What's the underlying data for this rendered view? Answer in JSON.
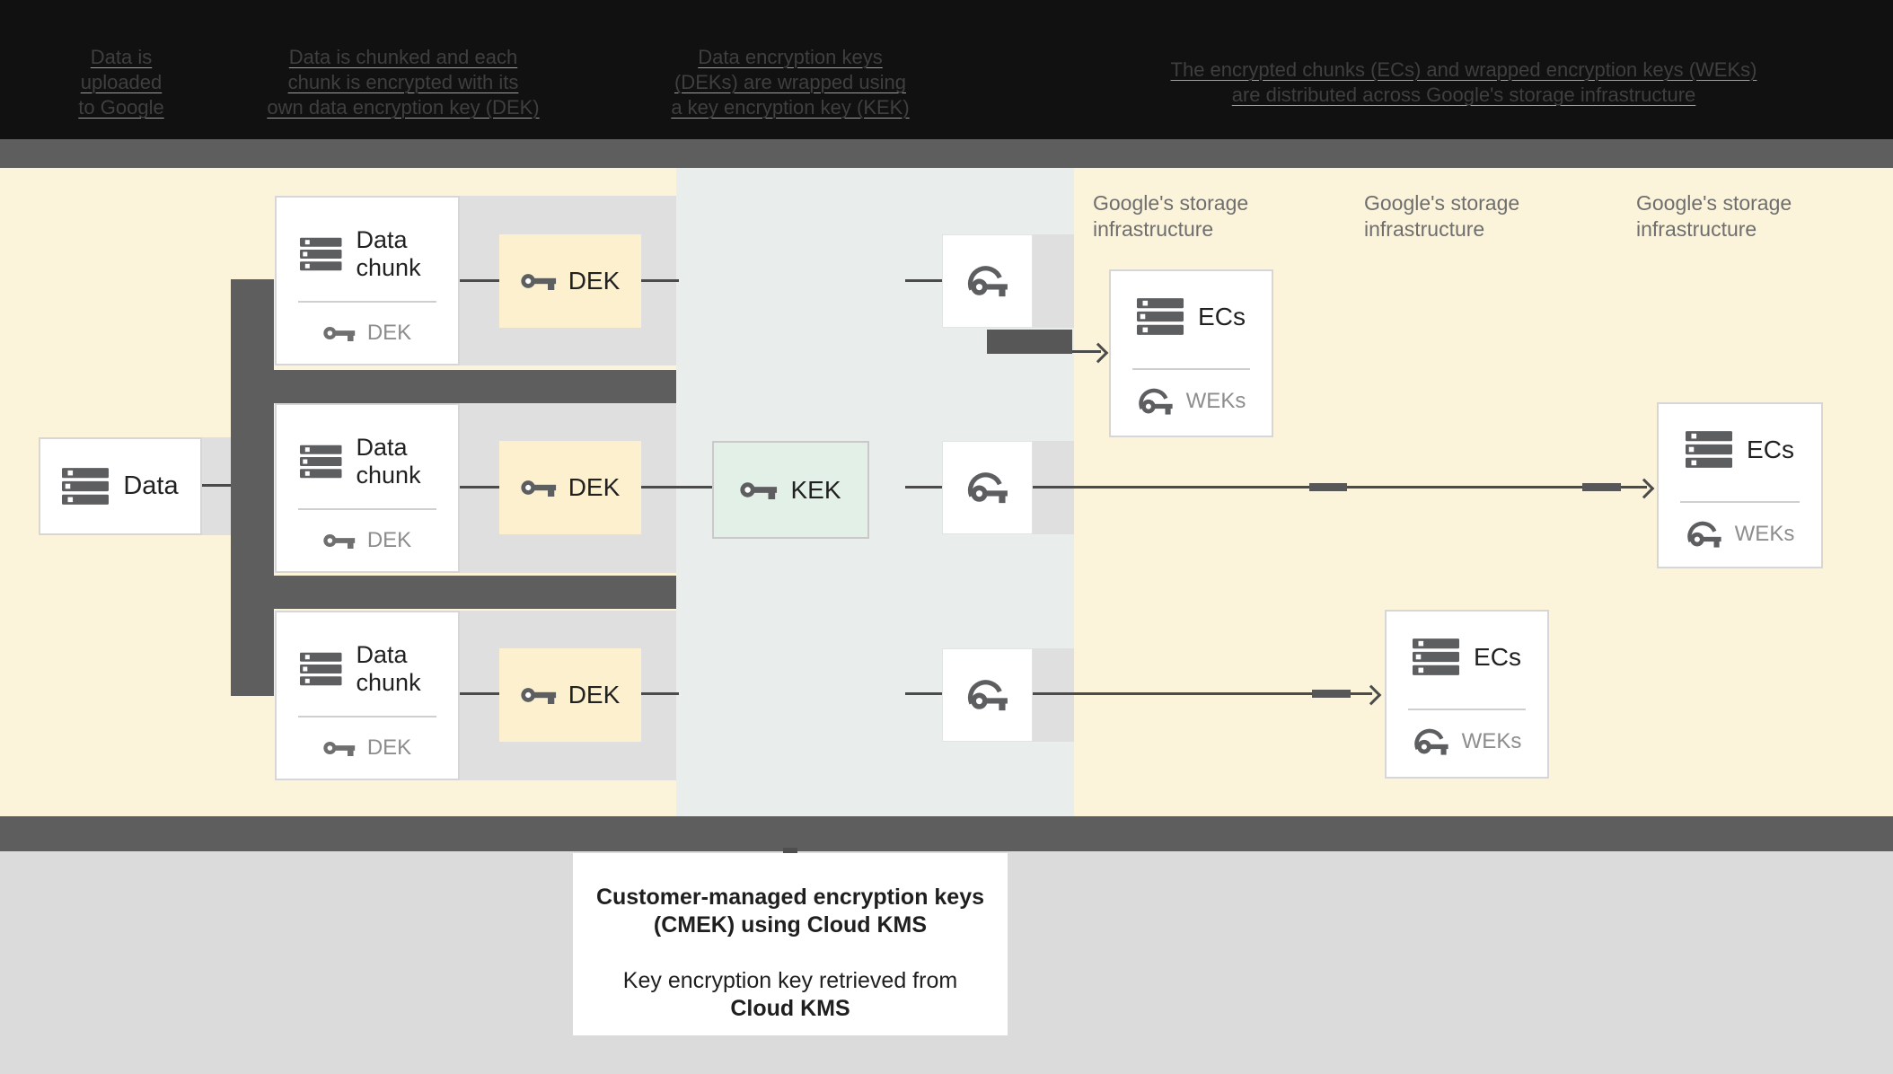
{
  "header": {
    "steps": [
      "Data is\nuploaded\nto Google",
      "Data is chunked and each\nchunk is encrypted with its\nown data encryption key (DEK)",
      "Data encryption keys\n(DEKs) are wrapped using\na key encryption key (KEK)",
      "The encrypted chunks (ECs) and wrapped encryption keys (WEKs)\nare distributed across Google's storage infrastructure"
    ]
  },
  "diagram": {
    "data_box": {
      "label": "Data"
    },
    "chunk_cards": [
      {
        "title": "Data chunk",
        "key_label": "DEK"
      },
      {
        "title": "Data chunk",
        "key_label": "DEK"
      },
      {
        "title": "Data chunk",
        "key_label": "DEK"
      }
    ],
    "dek_boxes": [
      {
        "label": "DEK"
      },
      {
        "label": "DEK"
      },
      {
        "label": "DEK"
      }
    ],
    "kek_box": {
      "label": "KEK"
    },
    "storage_labels": [
      "Google's storage\ninfrastructure",
      "Google's storage\ninfrastructure",
      "Google's storage\ninfrastructure"
    ],
    "ec_cards": [
      {
        "title": "ECs",
        "key_label": "WEKs"
      },
      {
        "title": "ECs",
        "key_label": "WEKs"
      },
      {
        "title": "ECs",
        "key_label": "WEKs"
      }
    ]
  },
  "caption": {
    "title": "Customer-managed encryption keys\n(CMEK) using Cloud KMS",
    "body_line1": "Key encryption key retrieved from",
    "body_line2": "Cloud KMS"
  },
  "icons": {
    "database-stack-icon": "three stacked server bars",
    "key-icon": "encryption key",
    "wrapped-key-icon": "key with wrapping arc",
    "arrow-right-icon": "right chevron arrowhead"
  },
  "colors": {
    "header_bg": "#111111",
    "header_text": "#3f3f3f",
    "band": "#5e5e5e",
    "yellow_bg": "#fbf3da",
    "blue_bg": "#e9edec",
    "panel_gray": "#dfdfdf",
    "dek_box": "#fcf0cf",
    "kek_box": "#e3f0e8",
    "card_border": "#d6d6d6",
    "line": "#4b4b4b",
    "icon": "#5d5e60",
    "muted_text": "#8d8d8d",
    "label_text": "#6e6e6e",
    "text": "#212121",
    "bottom_bg": "#dbdbdb"
  }
}
